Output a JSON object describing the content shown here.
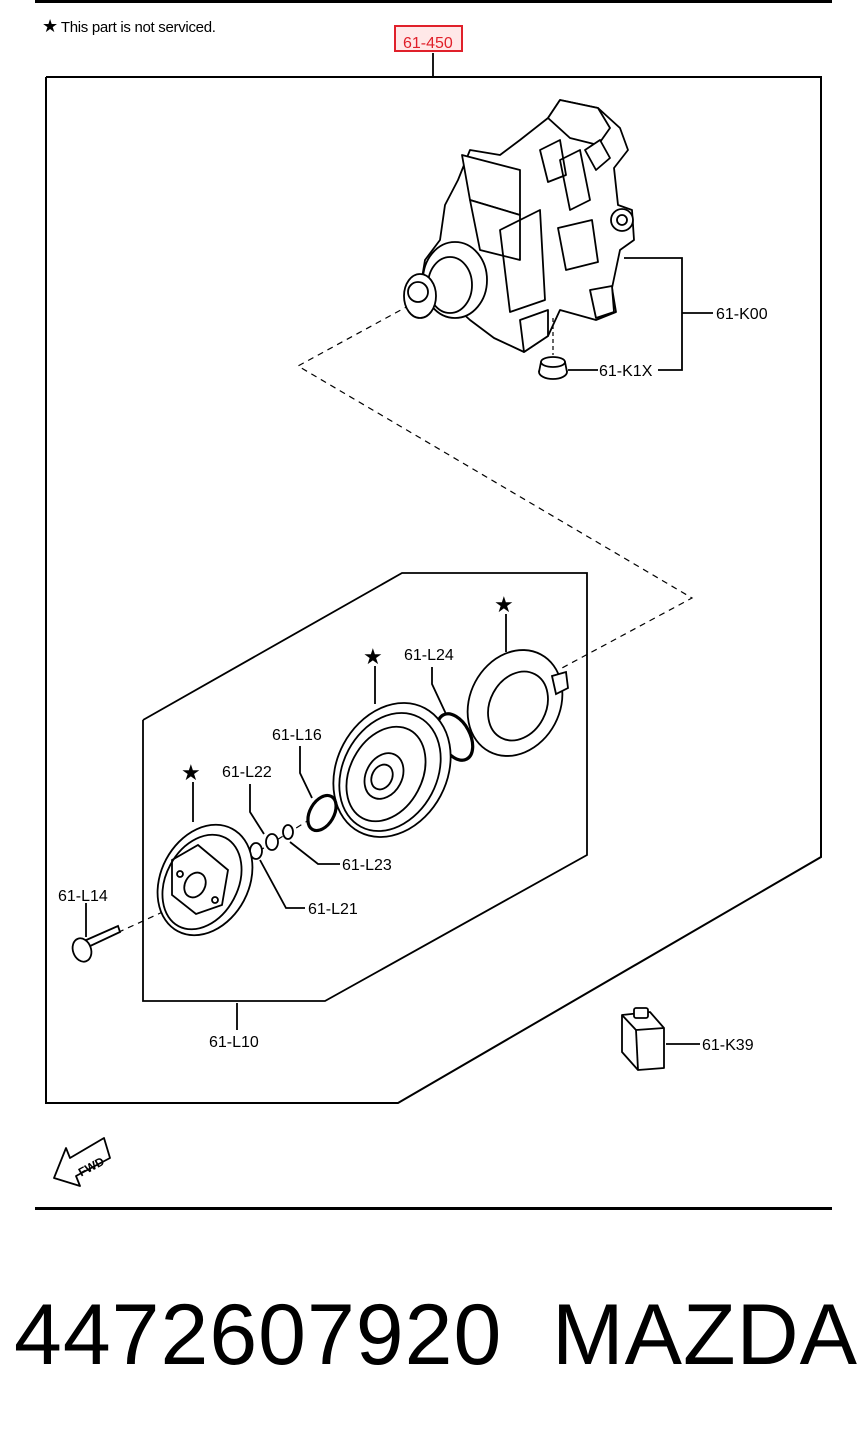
{
  "note": {
    "star": "★",
    "text": "This part is not serviced."
  },
  "highlighted_callout": "61-450",
  "callouts": {
    "k00": "61-K00",
    "k1x": "61-K1X",
    "l24": "61-L24",
    "l16": "61-L16",
    "l22": "61-L22",
    "l23": "61-L23",
    "l21": "61-L21",
    "l14": "61-L14",
    "l10": "61-L10",
    "k39": "61-K39"
  },
  "fwd_label": "FWD",
  "footer": {
    "part_number": "4472607920",
    "brand": "MAZDA"
  },
  "colors": {
    "highlight": "#e0202a",
    "highlight_fill": "#ffe8e8",
    "ink": "#000000"
  },
  "icons": [
    "star-icon",
    "fwd-arrow-icon"
  ]
}
